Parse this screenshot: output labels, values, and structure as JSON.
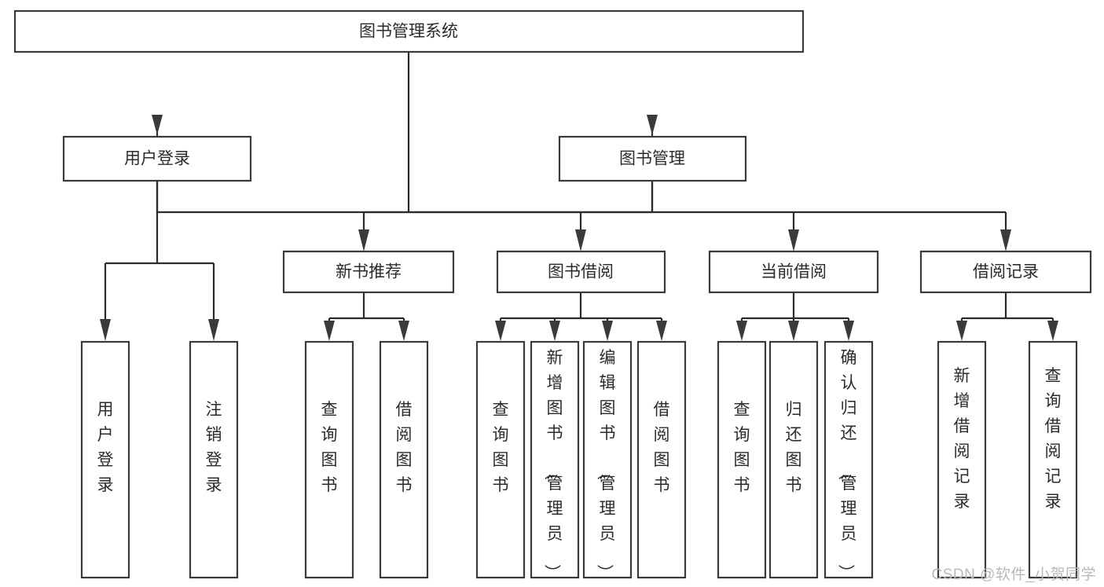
{
  "diagram": {
    "title": "图书管理系统",
    "type": "tree-hierarchy",
    "watermark": "CSDN @软件_小贺同学",
    "colors": {
      "box_stroke": "#3a3a3a",
      "box_fill": "#ffffff",
      "connector": "#2b2b2b",
      "text": "#2b2b2b",
      "watermark": "#b9b9b9",
      "background": "#ffffff"
    },
    "levels": {
      "root": {
        "label": "图书管理系统"
      },
      "level2": [
        {
          "id": "user-login",
          "label": "用户登录"
        },
        {
          "id": "book-management",
          "label": "图书管理"
        }
      ],
      "level3": [
        {
          "id": "new-book-recommend",
          "label": "新书推荐",
          "parent": "book-management"
        },
        {
          "id": "book-borrow",
          "label": "图书借阅",
          "parent": "book-management"
        },
        {
          "id": "current-borrow",
          "label": "当前借阅",
          "parent": "book-management"
        },
        {
          "id": "borrow-record",
          "label": "借阅记录",
          "parent": "book-management"
        }
      ],
      "leaves": [
        {
          "id": "leaf-user-login",
          "label": "用户登录",
          "parent": "user-login"
        },
        {
          "id": "leaf-logout-login",
          "label": "注销登录",
          "parent": "user-login"
        },
        {
          "id": "leaf-query-book-1",
          "label": "查询图书",
          "parent": "new-book-recommend"
        },
        {
          "id": "leaf-borrow-book-1",
          "label": "借阅图书",
          "parent": "new-book-recommend"
        },
        {
          "id": "leaf-query-book-2",
          "label": "查询图书",
          "parent": "book-borrow"
        },
        {
          "id": "leaf-add-book",
          "label": "新增图书（管理员）",
          "parent": "book-borrow"
        },
        {
          "id": "leaf-edit-book",
          "label": "编辑图书（管理员）",
          "parent": "book-borrow"
        },
        {
          "id": "leaf-borrow-book-2",
          "label": "借阅图书",
          "parent": "book-borrow"
        },
        {
          "id": "leaf-query-book-3",
          "label": "查询图书",
          "parent": "current-borrow"
        },
        {
          "id": "leaf-return-book",
          "label": "归还图书",
          "parent": "current-borrow"
        },
        {
          "id": "leaf-confirm-return",
          "label": "确认归还（管理员）",
          "parent": "current-borrow"
        },
        {
          "id": "leaf-add-record",
          "label": "新增借阅记录",
          "parent": "borrow-record"
        },
        {
          "id": "leaf-query-record",
          "label": "查询借阅记录",
          "parent": "borrow-record"
        }
      ]
    }
  }
}
